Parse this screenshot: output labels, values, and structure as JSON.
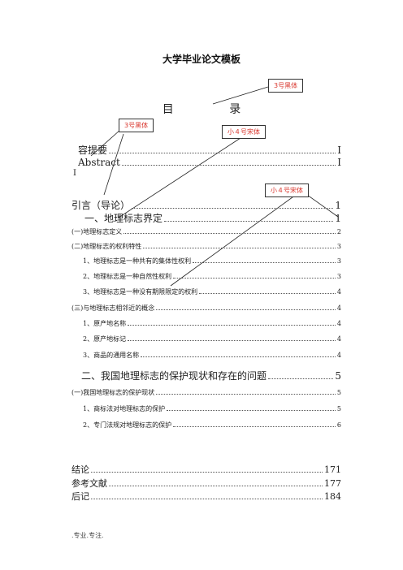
{
  "title": "大学毕业论文模板",
  "toc_heading": "目 录",
  "callouts": {
    "c1": "3号黑体",
    "c2": "3号黑体",
    "c3": "小４号宋体",
    "c4": "小４号宋体"
  },
  "toc": [
    {
      "label": "容提要",
      "page": "I"
    },
    {
      "label": "Abstract",
      "page": "I"
    },
    {
      "label": "引言（导论）",
      "page": "1"
    },
    {
      "label": "一、地理标志界定",
      "page": "1"
    },
    {
      "label": "(一)地理标志定义",
      "page": "2"
    },
    {
      "label": "(二)地理标志的权利特性",
      "page": "3"
    },
    {
      "label": "1、地理标志是一种共有的集体性权利",
      "page": "3"
    },
    {
      "label": "2、地理标志是一种自然性权利",
      "page": "3"
    },
    {
      "label": "3、地理标志是一种没有期限限定的权利",
      "page": "4"
    },
    {
      "label": "(三)与地理标志相邻近的概念",
      "page": "4"
    },
    {
      "label": "1、原产地名称",
      "page": "4"
    },
    {
      "label": "2、原产地标记",
      "page": "4"
    },
    {
      "label": "3、商品的通用名称",
      "page": "4"
    },
    {
      "label": "二、我国地理标志的保护现状和存在的问题",
      "page": "5"
    },
    {
      "label": "(一)我国地理标志的保护现状",
      "page": "5"
    },
    {
      "label": "1、商标法对地理标志的保护",
      "page": "5"
    },
    {
      "label": "2、专门法规对地理标志的保护",
      "page": "6"
    },
    {
      "label": "结论",
      "page": "171"
    },
    {
      "label": "参考文献",
      "page": "177"
    },
    {
      "label": "后记",
      "page": "184"
    }
  ],
  "stray_roman": "I",
  "footer": ".专业.专注."
}
